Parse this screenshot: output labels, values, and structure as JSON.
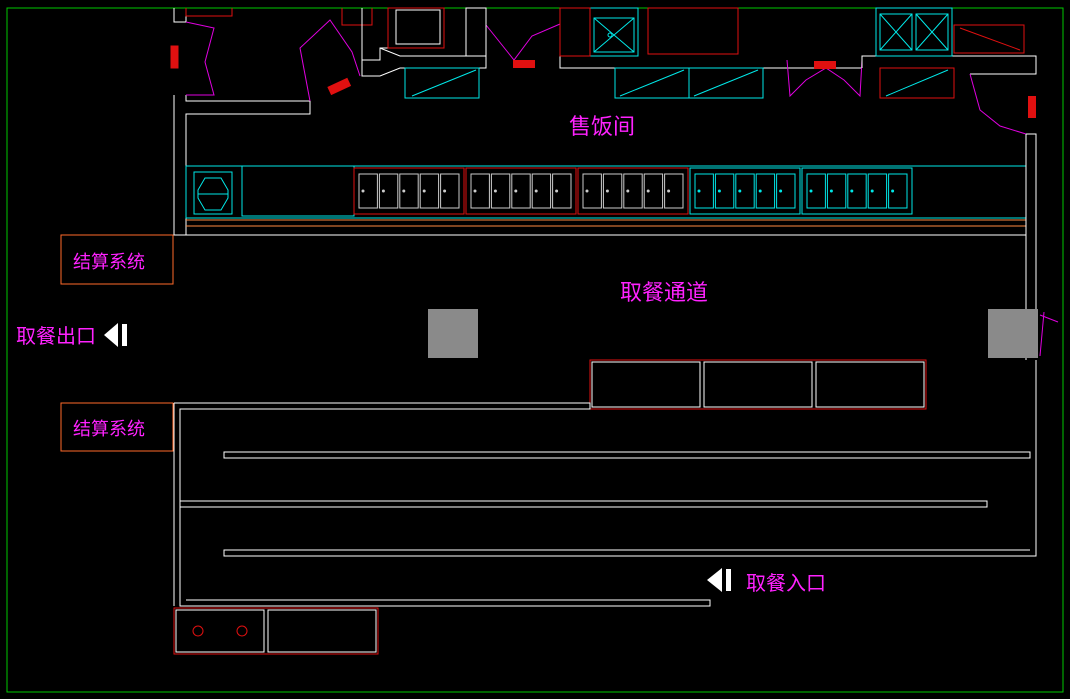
{
  "labels": {
    "serving_room": "售饭间",
    "pickup_aisle": "取餐通道",
    "checkout_top": "结算系统",
    "checkout_bottom": "结算系统",
    "exit": "取餐出口",
    "entrance": "取餐入口"
  },
  "colors": {
    "background": "#000000",
    "frame": "#00c800",
    "wall": "#ffffff",
    "equipment_red": "#e01010",
    "equipment_cyan": "#00e8e8",
    "door_magenta": "#e000e0",
    "label": "#ff22ff",
    "pillar": "#8a8a8a",
    "checkout_box": "#ff6a2a",
    "counter_orange": "#ff8a40"
  },
  "icons": {
    "exit_arrow": "left-arrow-with-bar-icon",
    "entrance_arrow": "left-arrow-with-bar-icon"
  },
  "counters": {
    "red_units": 3,
    "cyan_units": 2,
    "trays_per_unit": 5
  }
}
